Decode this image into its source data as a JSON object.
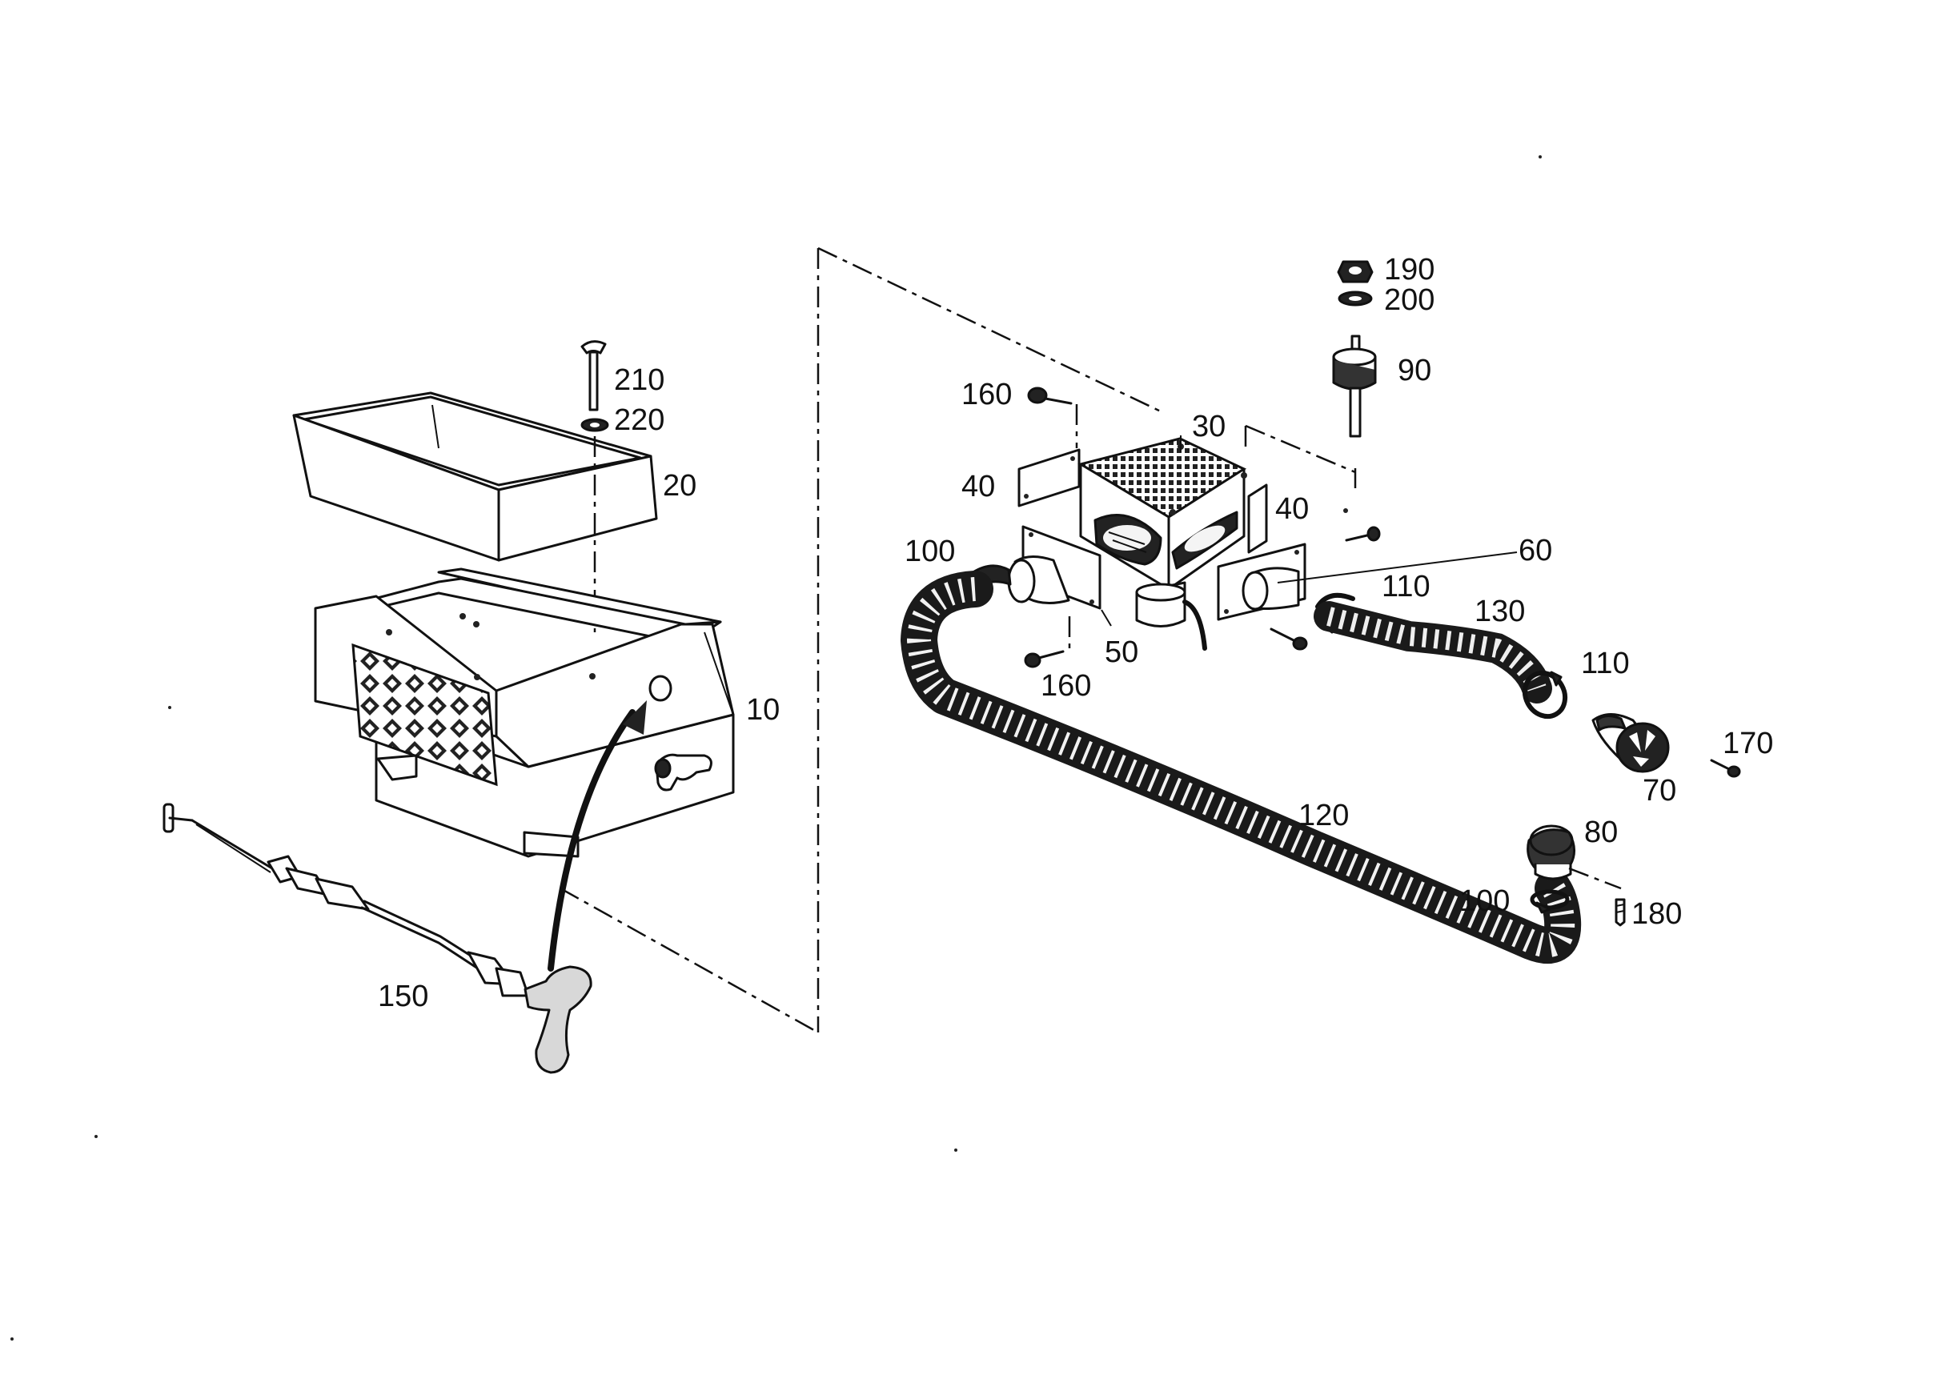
{
  "callouts": [
    {
      "id": "c210a",
      "text": "210"
    },
    {
      "id": "c220",
      "text": "220"
    },
    {
      "id": "c20",
      "text": "20"
    },
    {
      "id": "c10",
      "text": "10"
    },
    {
      "id": "c150",
      "text": "150"
    },
    {
      "id": "c190",
      "text": "190"
    },
    {
      "id": "c200",
      "text": "200"
    },
    {
      "id": "c90",
      "text": "90"
    },
    {
      "id": "c160a",
      "text": "160"
    },
    {
      "id": "c30",
      "text": "30"
    },
    {
      "id": "c40a",
      "text": "40"
    },
    {
      "id": "c40b",
      "text": "40"
    },
    {
      "id": "c100a",
      "text": "100"
    },
    {
      "id": "c60",
      "text": "60"
    },
    {
      "id": "c110a",
      "text": "110"
    },
    {
      "id": "c130",
      "text": "130"
    },
    {
      "id": "c50",
      "text": "50"
    },
    {
      "id": "c160b",
      "text": "160"
    },
    {
      "id": "c110b",
      "text": "110"
    },
    {
      "id": "c170",
      "text": "170"
    },
    {
      "id": "c70",
      "text": "70"
    },
    {
      "id": "c120",
      "text": "120"
    },
    {
      "id": "c80",
      "text": "80"
    },
    {
      "id": "c100b",
      "text": "100"
    },
    {
      "id": "c180",
      "text": "180"
    }
  ]
}
